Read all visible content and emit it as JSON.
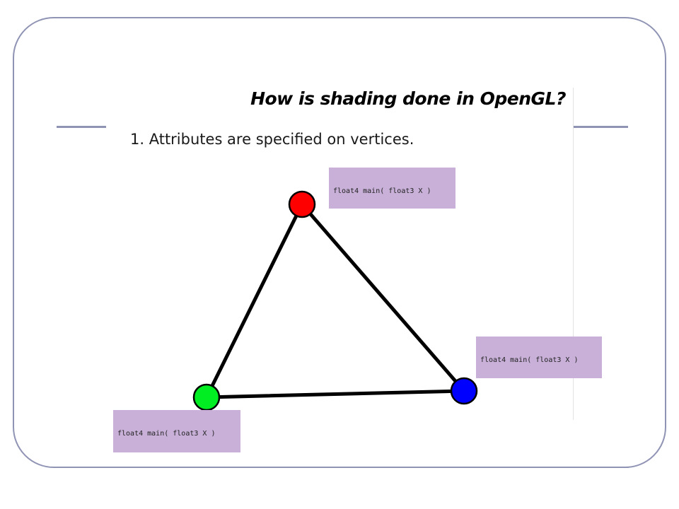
{
  "slide": {
    "title": "How is shading done in OpenGL?",
    "bullet": "1. Attributes are specified on vertices."
  },
  "code_boxes": {
    "top": {
      "line1": "float4 main( float3 X )",
      "line2": "{",
      "line3": "   ...",
      "line4": "} ▸"
    },
    "right": {
      "line1": "float4 main( float3 X )",
      "line2": "{",
      "line3": "   ...",
      "line4": "} ▸"
    },
    "bottom": {
      "line1": "float4 main( float3 X )",
      "line2": "{",
      "line3": "   ...",
      "line4": "} ▸"
    }
  },
  "vertices": {
    "top_color": "#ff0000",
    "right_color": "#0000ff",
    "bottom_color": "#00ee22"
  },
  "colors": {
    "frame": "#8f93b4",
    "code_box": "#c8b0d8"
  }
}
